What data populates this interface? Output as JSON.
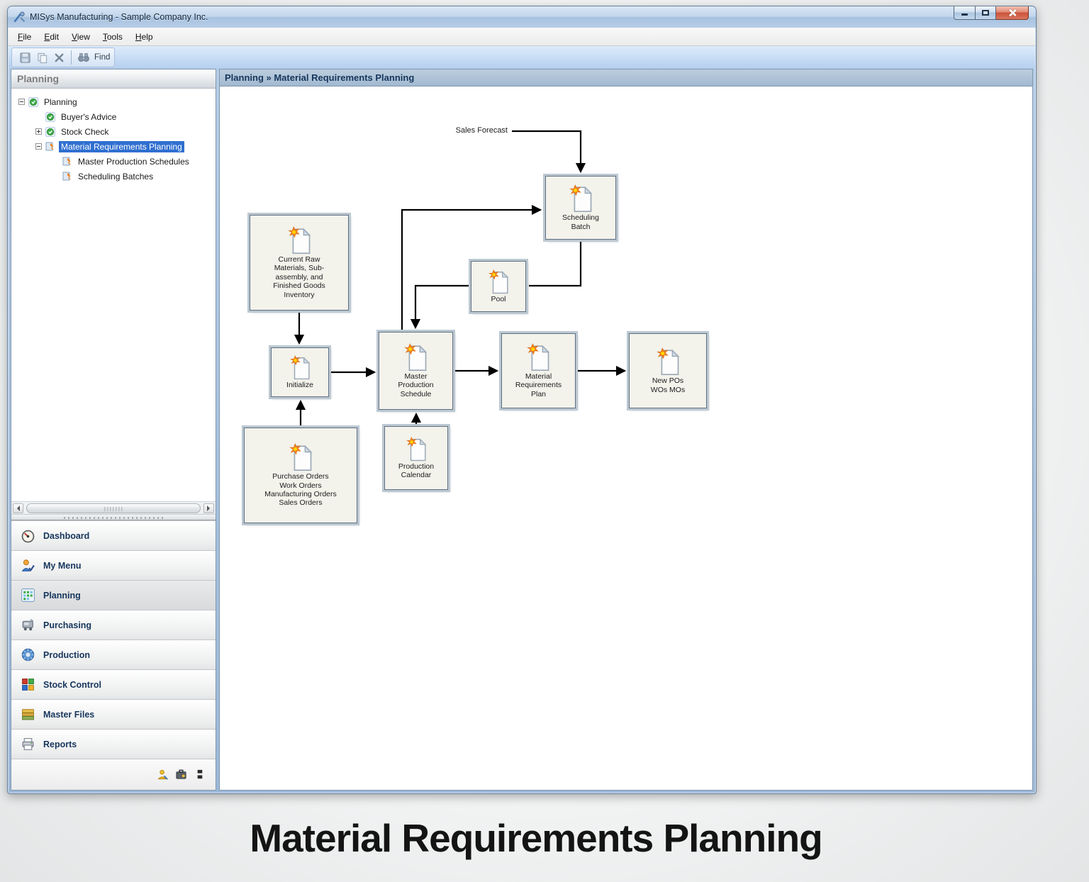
{
  "window": {
    "title": "MISys Manufacturing - Sample Company Inc."
  },
  "menubar": {
    "items": [
      {
        "key": "F",
        "rest": "ile"
      },
      {
        "key": "E",
        "rest": "dit"
      },
      {
        "key": "V",
        "rest": "iew"
      },
      {
        "key": "T",
        "rest": "ools"
      },
      {
        "key": "H",
        "rest": "elp"
      }
    ]
  },
  "toolbar": {
    "find_label": "Find"
  },
  "sidebar": {
    "header": "Planning",
    "tree": [
      {
        "label": "Planning"
      },
      {
        "label": "Buyer's Advice"
      },
      {
        "label": "Stock Check"
      },
      {
        "label": "Material Requirements Planning"
      },
      {
        "label": "Master Production Schedules"
      },
      {
        "label": "Scheduling Batches"
      }
    ],
    "nav": [
      {
        "label": "Dashboard"
      },
      {
        "label": "My Menu"
      },
      {
        "label": "Planning"
      },
      {
        "label": "Purchasing"
      },
      {
        "label": "Production"
      },
      {
        "label": "Stock Control"
      },
      {
        "label": "Master Files"
      },
      {
        "label": "Reports"
      }
    ]
  },
  "content": {
    "breadcrumb": "Planning » Material Requirements Planning"
  },
  "flowchart": {
    "sales_forecast_label": "Sales Forecast",
    "boxes": [
      {
        "label": "Scheduling\nBatch"
      },
      {
        "label": "Pool"
      },
      {
        "label": "Current Raw\nMaterials, Sub-\nassembly, and\nFinished Goods\nInventory"
      },
      {
        "label": "Initialize"
      },
      {
        "label": "Master\nProduction\nSchedule"
      },
      {
        "label": "Material\nRequirements\nPlan"
      },
      {
        "label": "New POs\nWOs MOs"
      },
      {
        "label": "Production\nCalendar"
      },
      {
        "label": "Purchase Orders\nWork Orders\nManufacturing Orders\nSales Orders"
      }
    ]
  },
  "caption": "Material Requirements Planning",
  "colors": {
    "selection_blue": "#2f6fd0",
    "titlebar_blue": "#b7cde6",
    "close_red": "#cc513a",
    "arrow_black": "#000000",
    "box_fill": "#f3f2eb"
  }
}
